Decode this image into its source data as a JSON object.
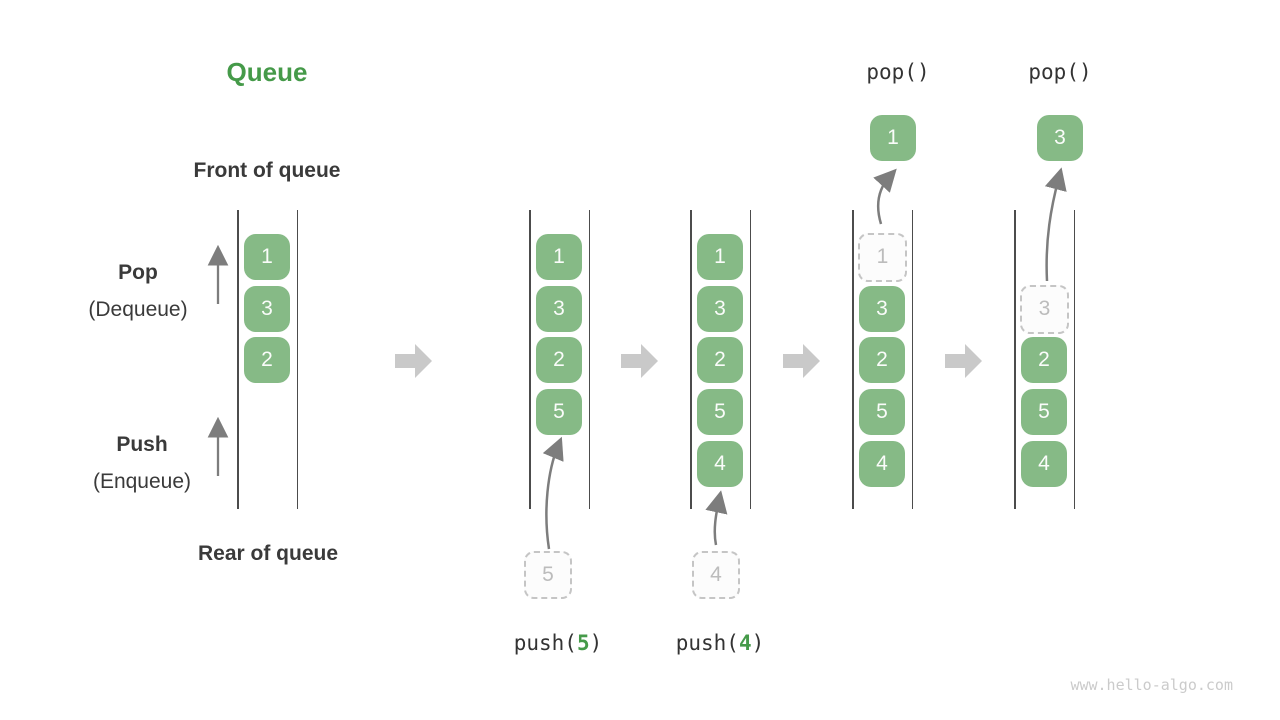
{
  "title": "Queue",
  "side_labels": {
    "front": "Front of queue",
    "rear": "Rear of queue",
    "pop_title": "Pop",
    "pop_sub": "(Dequeue)",
    "push_title": "Push",
    "push_sub": "(Enqueue)"
  },
  "states": [
    {
      "name": "initial",
      "slots": [
        {
          "value": "1",
          "style": "solid"
        },
        {
          "value": "3",
          "style": "solid"
        },
        {
          "value": "2",
          "style": "solid"
        }
      ]
    },
    {
      "name": "after-push-5",
      "slots": [
        {
          "value": "1",
          "style": "solid"
        },
        {
          "value": "3",
          "style": "solid"
        },
        {
          "value": "2",
          "style": "solid"
        },
        {
          "value": "5",
          "style": "solid"
        }
      ],
      "push": {
        "value": "5",
        "label_prefix": "push(",
        "label_suffix": ")"
      }
    },
    {
      "name": "after-push-4",
      "slots": [
        {
          "value": "1",
          "style": "solid"
        },
        {
          "value": "3",
          "style": "solid"
        },
        {
          "value": "2",
          "style": "solid"
        },
        {
          "value": "5",
          "style": "solid"
        },
        {
          "value": "4",
          "style": "solid"
        }
      ],
      "push": {
        "value": "4",
        "label_prefix": "push(",
        "label_suffix": ")"
      }
    },
    {
      "name": "after-pop-1",
      "slots": [
        {
          "value": "1",
          "style": "ghost"
        },
        {
          "value": "3",
          "style": "solid"
        },
        {
          "value": "2",
          "style": "solid"
        },
        {
          "value": "5",
          "style": "solid"
        },
        {
          "value": "4",
          "style": "solid"
        }
      ],
      "pop": {
        "value": "1",
        "label": "pop()"
      }
    },
    {
      "name": "after-pop-3",
      "slots": [
        {
          "style": "empty"
        },
        {
          "value": "3",
          "style": "ghost"
        },
        {
          "value": "2",
          "style": "solid"
        },
        {
          "value": "5",
          "style": "solid"
        },
        {
          "value": "4",
          "style": "solid"
        }
      ],
      "pop": {
        "value": "3",
        "label": "pop()"
      }
    }
  ],
  "watermark": "www.hello-algo.com",
  "colors": {
    "box_green": "#86BA86",
    "accent_green": "#459A49",
    "text_dark": "#3A3A3A",
    "queue_line": "#4C4C4C",
    "ghost_border": "#C5C5C5",
    "ghost_text": "#BCBCBC",
    "thin_arrow_gray": "#7D7D7D",
    "block_arrow_gray": "#C9C9C9",
    "watermark_gray": "#CBCBCB"
  }
}
